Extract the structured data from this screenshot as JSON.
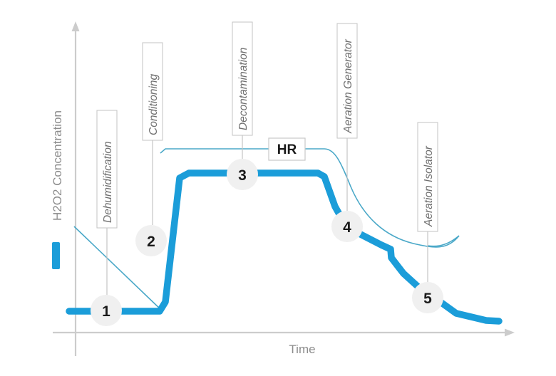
{
  "chart_data": {
    "type": "line",
    "title": "",
    "xlabel": "Time",
    "ylabel": "H2O2 Concentration",
    "grid": false,
    "legend_position": "left",
    "axis_ranges": {
      "x": "time (unitless, left to right)",
      "y": "H2O2 concentration (unitless, bottom to top)"
    },
    "series": [
      {
        "name": "H2O2 Concentration",
        "style": "thick",
        "color": "#1b9dd9",
        "points": [
          {
            "x": 0.02,
            "y": 0.04,
            "note": "baseline start"
          },
          {
            "x": 0.12,
            "y": 0.04,
            "note": "phase 1 dehumidification plateau"
          },
          {
            "x": 0.22,
            "y": 0.04,
            "note": "end of dehumidification"
          },
          {
            "x": 0.27,
            "y": 0.52,
            "note": "phase 2 conditioning rise"
          },
          {
            "x": 0.33,
            "y": 0.62,
            "note": "top of conditioning ramp"
          },
          {
            "x": 0.4,
            "y": 0.62,
            "note": "decontamination plateau start"
          },
          {
            "x": 0.64,
            "y": 0.62,
            "note": "decontamination plateau end"
          },
          {
            "x": 0.7,
            "y": 0.4,
            "note": "phase 4 aeration generator drop"
          },
          {
            "x": 0.76,
            "y": 0.32,
            "note": "marker 4"
          },
          {
            "x": 0.83,
            "y": 0.22,
            "note": "aeration generator decay"
          },
          {
            "x": 0.85,
            "y": 0.18,
            "note": "step in decay"
          },
          {
            "x": 0.9,
            "y": 0.1,
            "note": "marker 5 aeration isolator"
          },
          {
            "x": 1.0,
            "y": 0.02,
            "note": "tail"
          }
        ]
      },
      {
        "name": "HR",
        "style": "thin",
        "color": "#4aa8c8",
        "points": [
          {
            "x": 0.02,
            "y": 0.58,
            "note": "relative humidity high at start"
          },
          {
            "x": 0.22,
            "y": 0.04,
            "note": "humidity dropped during dehumidification"
          },
          {
            "x": 0.28,
            "y": 0.73,
            "note": "conditioning rise"
          },
          {
            "x": 0.64,
            "y": 0.73,
            "note": "HR plateau through decontamination"
          },
          {
            "x": 0.7,
            "y": 0.58,
            "note": "aeration begins"
          },
          {
            "x": 0.8,
            "y": 0.38,
            "note": "gradual humidity decay"
          },
          {
            "x": 0.92,
            "y": 0.28,
            "note": "decay continues"
          },
          {
            "x": 1.0,
            "y": 0.26,
            "note": "HR tail"
          }
        ]
      }
    ],
    "markers": [
      {
        "id": "1",
        "label": "Dehumidification",
        "x": 0.17,
        "y": 0.04
      },
      {
        "id": "2",
        "label": "Conditioning",
        "x": 0.265,
        "y": 0.45
      },
      {
        "id": "3",
        "label": "Decontamination",
        "x": 0.45,
        "y": 0.62
      },
      {
        "id": "4",
        "label": "Aeration Generator",
        "x": 0.665,
        "y": 0.32
      },
      {
        "id": "5",
        "label": "Aeration Isolator",
        "x": 0.84,
        "y": 0.11
      }
    ],
    "annotations": [
      {
        "text": "HR",
        "x": 0.545,
        "y": 0.73,
        "boxed": true
      }
    ]
  },
  "axes": {
    "y_label": "H2O2 Concentration",
    "x_label": "Time"
  },
  "legend": {
    "swatch_color": "#1b9dd9",
    "swatch_name": "h2o2-concentration-swatch"
  },
  "phase_labels": [
    {
      "id": "dehumidification",
      "text": "Dehumidification"
    },
    {
      "id": "conditioning",
      "text": "Conditioning"
    },
    {
      "id": "decontamination",
      "text": "Decontamination"
    },
    {
      "id": "aeration-generator",
      "text": "Aeration Generator"
    },
    {
      "id": "aeration-isolator",
      "text": "Aeration Isolator"
    }
  ],
  "markers": [
    {
      "id": "marker-1",
      "number": "1"
    },
    {
      "id": "marker-2",
      "number": "2"
    },
    {
      "id": "marker-3",
      "number": "3"
    },
    {
      "id": "marker-4",
      "number": "4"
    },
    {
      "id": "marker-5",
      "number": "5"
    }
  ],
  "annotations": {
    "hr_label": "HR"
  },
  "colors": {
    "thick_line": "#1b9dd9",
    "thin_line": "#4aa8c8",
    "axis": "#cccccc",
    "marker_fill": "#f0f0f0",
    "label_border": "#c8c8c8",
    "label_text": "#6f6f6f",
    "axis_text": "#8c8c8c"
  }
}
